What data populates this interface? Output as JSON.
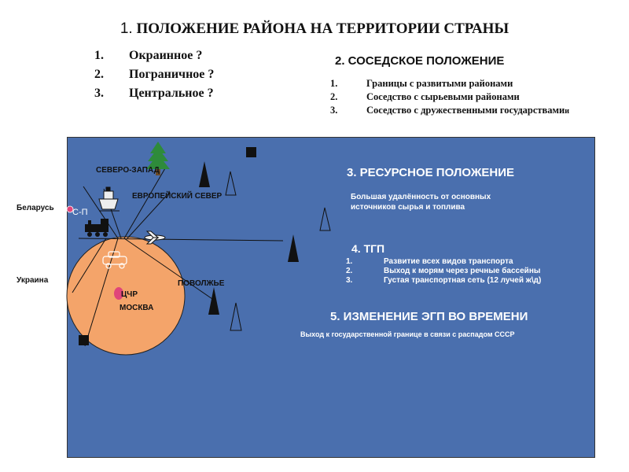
{
  "title": {
    "number": "1.",
    "text": "ПОЛОЖЕНИЕ РАЙОНА НА ТЕРРИТОРИИ СТРАНЫ"
  },
  "questions": [
    {
      "num": "1.",
      "text": "Окраинное ?"
    },
    {
      "num": "2.",
      "text": "Пограничное ?"
    },
    {
      "num": "3.",
      "text": "Центральное ?"
    }
  ],
  "section2": {
    "title": "2. СОСЕДСКОЕ ПОЛОЖЕНИЕ",
    "items": [
      {
        "num": "1.",
        "text": "Границы с развитыми районами"
      },
      {
        "num": "2.",
        "text": "Соседство с сырьевыми районами"
      },
      {
        "num": "3.",
        "text": "Соседство с дружественными государствами"
      }
    ],
    "trailing_mark": "и"
  },
  "map": {
    "labels": {
      "northwest": "СЕВЕРО-ЗАПАД",
      "european_north": "ЕВРОПЕЙСКИЙ СЕВЕР",
      "spb": "С-П",
      "belarus": "Беларусь",
      "ukraine": "Украина",
      "volga": "ПОВОЛЖЬЕ",
      "chr": "ЦЧР",
      "moscow": "МОСКВА"
    },
    "colors": {
      "map_background": "#4a6fae",
      "center_region": "#f4a46a",
      "city_marker": "#e0457a",
      "tree": "#2e8b3a"
    },
    "icons": [
      "tree-icon",
      "ship-icon",
      "train-icon",
      "plane-icon",
      "car-icon",
      "oil-derrick-icon",
      "coal-square-icon"
    ]
  },
  "section3": {
    "title": "3. РЕСУРСНОЕ ПОЛОЖЕНИЕ",
    "lines": [
      "Большая удалённость от основных",
      "источников сырья и топлива"
    ]
  },
  "section4": {
    "title": "4. ТГП",
    "items": [
      {
        "num": "1.",
        "text": "Развитие всех видов транспорта"
      },
      {
        "num": "2.",
        "text": "Выход к морям через речные бассейны"
      },
      {
        "num": "3.",
        "text": "Густая транспортная сеть (12 лучей ж\\д)"
      }
    ]
  },
  "section5": {
    "title": "5. ИЗМЕНЕНИЕ ЭГП ВО ВРЕМЕНИ",
    "text": "Выход к государственной границе в связи с распадом СССР"
  }
}
